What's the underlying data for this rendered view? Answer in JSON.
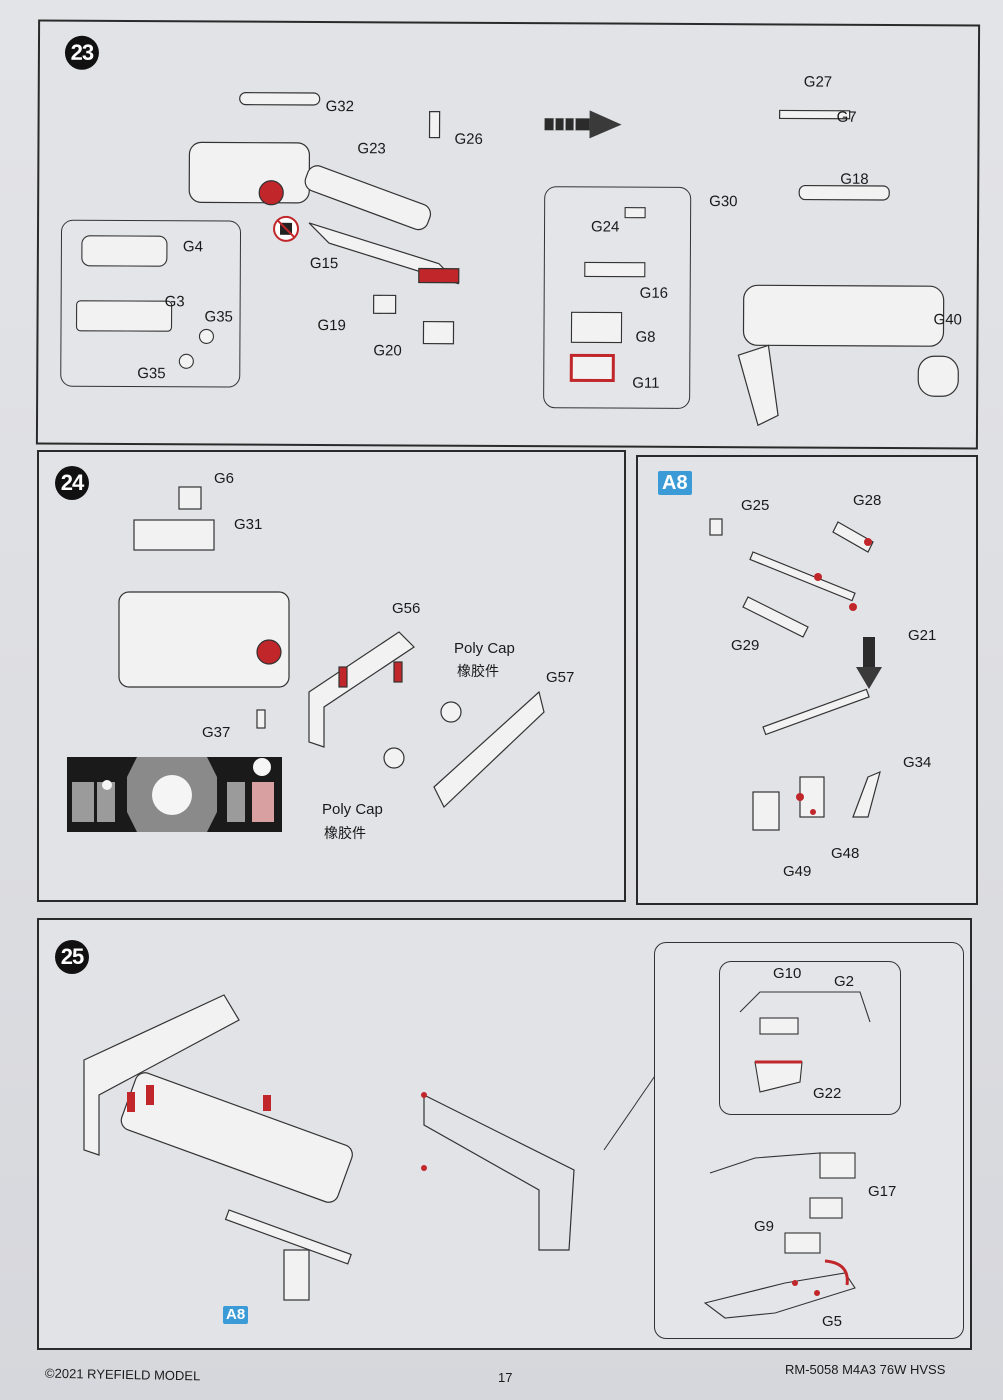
{
  "steps": [
    {
      "number": "23",
      "parts": [
        "G32",
        "G23",
        "G26",
        "G4",
        "G3",
        "G35",
        "G35",
        "G15",
        "G19",
        "G20",
        "G27",
        "G7",
        "G18",
        "G30",
        "G24",
        "G16",
        "G8",
        "G11",
        "G40"
      ]
    },
    {
      "number": "24",
      "parts": [
        "G6",
        "G31",
        "G56",
        "G37",
        "G57"
      ],
      "poly_cap_label": "Poly Cap",
      "poly_cap_label_cn": "橡胶件"
    },
    {
      "number": "25",
      "parts": [
        "G10",
        "G2",
        "G22",
        "G17",
        "G9",
        "G5"
      ],
      "subassembly_ref": "A8"
    }
  ],
  "subassembly": {
    "id": "A8",
    "parts": [
      "G25",
      "G28",
      "G29",
      "G21",
      "G34",
      "G48",
      "G49"
    ]
  },
  "icons": {
    "no_glue": "no-glue-icon",
    "direction_arrow": "dashed-arrow-icon"
  },
  "colors": {
    "accent_red": "#c0262a",
    "subassembly_blue": "#3b9bd6",
    "step_badge": "#111111"
  },
  "footer": {
    "copyright": "©2021 RYEFIELD MODEL",
    "page_number": "17",
    "product": "RM-5058 M4A3 76W HVSS"
  }
}
